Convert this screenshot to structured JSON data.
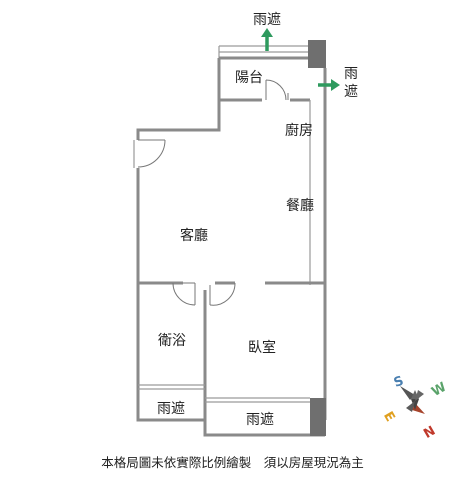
{
  "rooms": {
    "balcony": "陽台",
    "kitchen": "廚房",
    "dining": "餐廳",
    "living": "客廳",
    "bathroom": "衛浴",
    "bedroom": "臥室"
  },
  "awnings": {
    "top": "雨遮",
    "right_line1": "雨",
    "right_line2": "遮",
    "bottom_left": "雨遮",
    "bottom_right": "雨遮"
  },
  "compass": {
    "s": "S",
    "w": "W",
    "e": "E",
    "n": "N"
  },
  "colors": {
    "arrow": "#2e9a5e",
    "wall": "#8a8a8a",
    "pillar": "#6f6f6f"
  },
  "disclaimer": "本格局圖未依實際比例繪製　須以房屋現況為主"
}
